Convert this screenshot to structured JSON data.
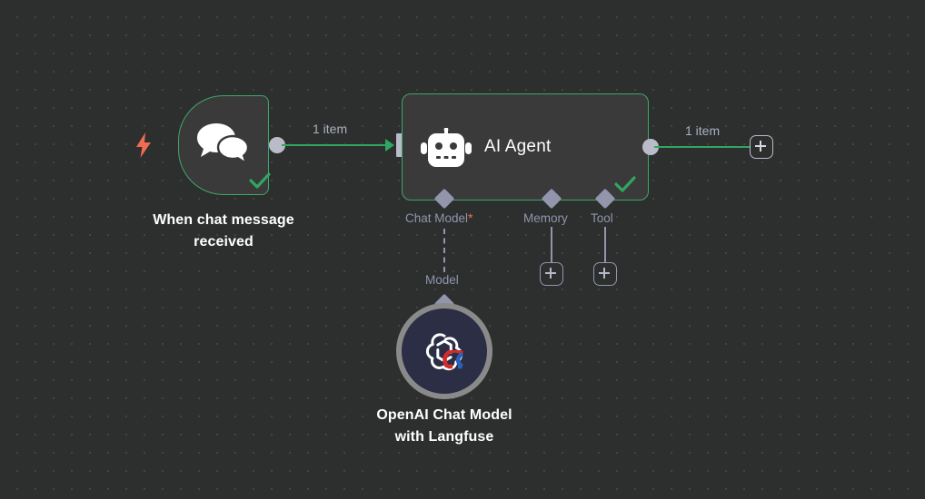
{
  "canvas": {
    "background_color": "#2d2e2e",
    "grid_dot_color": "#4a4b4b",
    "accent_green": "#31a661",
    "accent_orange": "#ef6c52",
    "port_grey": "#b9bcc8",
    "sub_port_purple": "#9295ab"
  },
  "nodes": {
    "trigger": {
      "label": "When chat message\nreceived",
      "icon": "chat-bubbles-icon",
      "trigger_icon": "lightning-bolt-icon",
      "status": "success",
      "status_icon": "check-icon"
    },
    "agent": {
      "title": "AI Agent",
      "icon": "robot-icon",
      "status": "success",
      "status_icon": "check-icon",
      "sub_ports": [
        {
          "label": "Chat Model",
          "required": true,
          "required_marker": "*"
        },
        {
          "label": "Memory",
          "required": false,
          "required_marker": ""
        },
        {
          "label": "Tool",
          "required": false,
          "required_marker": ""
        }
      ]
    },
    "chat_model": {
      "label": "OpenAI Chat Model\nwith Langfuse",
      "icon": "openai-logo-icon",
      "overlay_icon": "magnet-icon",
      "connector_label": "Model"
    }
  },
  "connections": {
    "trigger_to_agent_label": "1 item",
    "agent_to_next_label": "1 item"
  },
  "buttons": {
    "add_after_agent": "+",
    "add_memory": "+",
    "add_tool": "+"
  }
}
